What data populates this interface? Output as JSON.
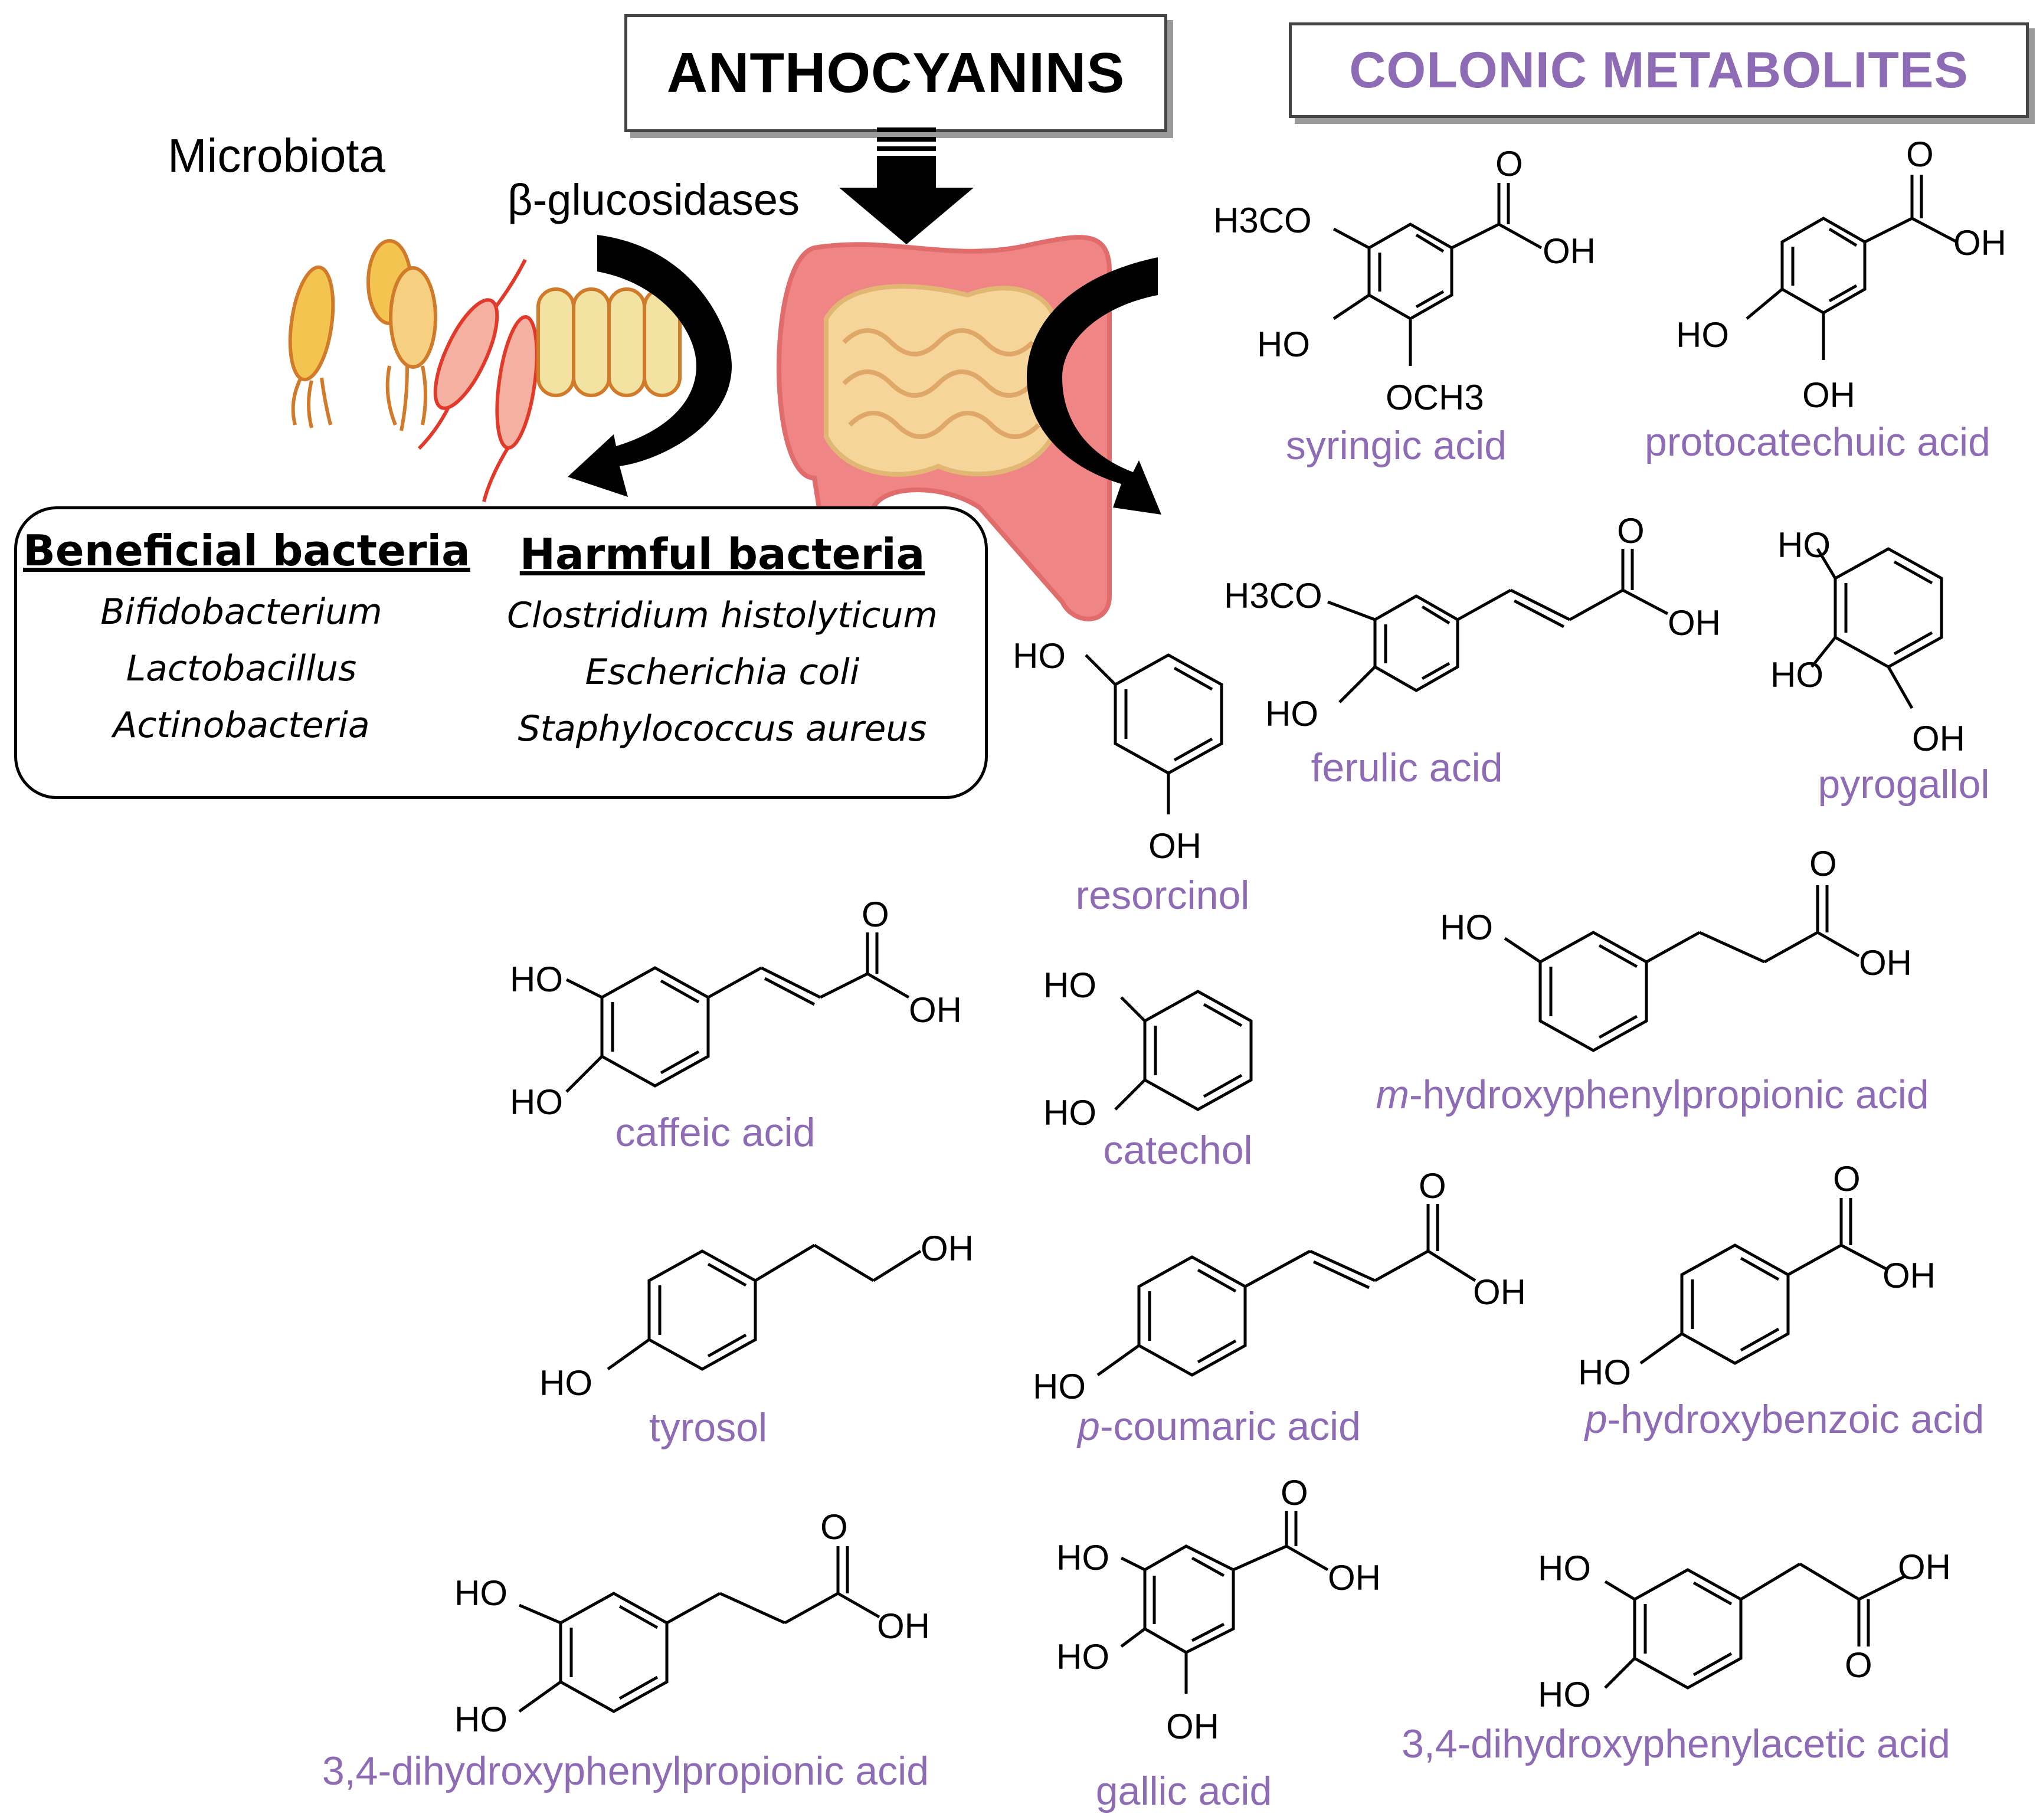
{
  "header": {
    "anthocyanins": "ANTHOCYANINS",
    "colonic_metabolites": "COLONIC METABOLITES"
  },
  "labels": {
    "microbiota": "Microbiota",
    "glucosidases": "β-glucosidases"
  },
  "bacteria": {
    "beneficial": {
      "heading": "Beneficial bacteria",
      "items": [
        "Bifidobacterium",
        "Lactobacillus",
        "Actinobacteria"
      ]
    },
    "harmful": {
      "heading": "Harmful bacteria",
      "items": [
        "Clostridium histolyticum",
        "Escherichia coli",
        "Staphylococcus aureus"
      ]
    }
  },
  "metabolites": {
    "syringic": "syringic acid",
    "protocatechuic": "protocatechuic acid",
    "ferulic": "ferulic acid",
    "pyrogallol": "pyrogallol",
    "resorcinol": "resorcinol",
    "caffeic": "caffeic acid",
    "catechol": "catechol",
    "m_hpp_prefix": "m",
    "m_hpp_rest": "-hydroxyphenylpropionic  acid",
    "tyrosol": "tyrosol",
    "p_coumaric_prefix": "p",
    "p_coumaric_rest": "-coumaric acid",
    "p_hba_prefix": "p",
    "p_hba_rest": "-hydroxybenzoic  acid",
    "dhppa": "3,4-dihydroxyphenylpropionic  acid",
    "gallic": "gallic acid",
    "dhpaa": "3,4-dihydroxyphenylacetic  acid"
  },
  "atoms": {
    "o": "O",
    "oh": "OH",
    "ho": "HO",
    "h3co": "H3CO",
    "och3": "OCH3"
  },
  "colors": {
    "metabolite_name": "#8e6bb5",
    "colon": "#f08585",
    "intestine": "#f6d59a"
  }
}
